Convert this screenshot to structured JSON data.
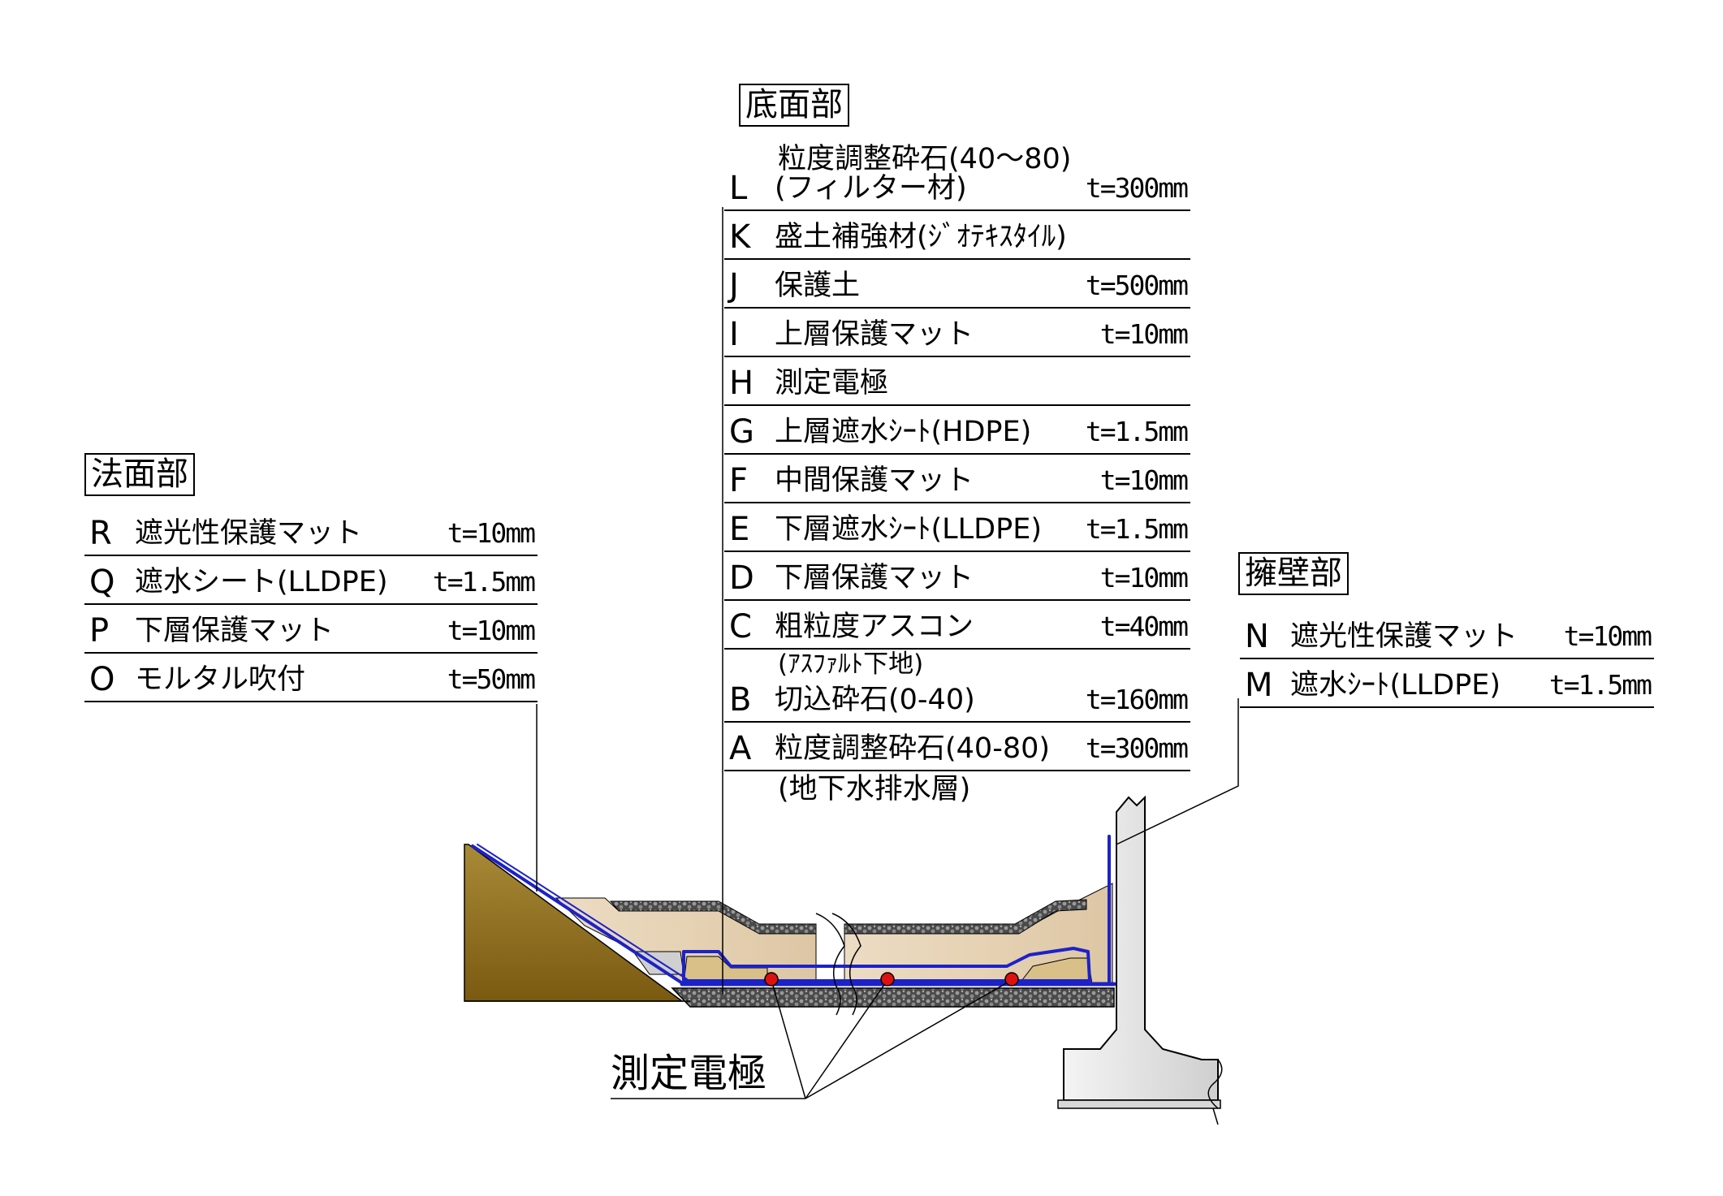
{
  "groups": {
    "slope": {
      "heading": "法面部",
      "rows": [
        {
          "code": "R",
          "name": "遮光性保護マット",
          "thickness": "t=10mm"
        },
        {
          "code": "Q",
          "name": "遮水シート(LLDPE)",
          "thickness": "t=1.5mm"
        },
        {
          "code": "P",
          "name": "下層保護マット",
          "thickness": "t=10mm"
        },
        {
          "code": "O",
          "name": "モルタル吹付",
          "thickness": "t=50mm"
        }
      ]
    },
    "bottom": {
      "heading": "底面部",
      "rows": [
        {
          "code": "L",
          "name_top": "粒度調整砕石(40～80)",
          "name": "(フィルター材)",
          "thickness": "t=300mm"
        },
        {
          "code": "K",
          "name": "盛土補強材(ｼﾞｵﾃｷｽﾀｲﾙ)",
          "thickness": ""
        },
        {
          "code": "J",
          "name": "保護土",
          "thickness": "t=500mm"
        },
        {
          "code": "I",
          "name": "上層保護マット",
          "thickness": "t=10mm"
        },
        {
          "code": "H",
          "name": "測定電極",
          "thickness": ""
        },
        {
          "code": "G",
          "name": "上層遮水ｼｰﾄ(HDPE)",
          "thickness": "t=1.5mm"
        },
        {
          "code": "F",
          "name": "中間保護マット",
          "thickness": "t=10mm"
        },
        {
          "code": "E",
          "name": "下層遮水ｼｰﾄ(LLDPE)",
          "thickness": "t=1.5mm"
        },
        {
          "code": "D",
          "name": "下層保護マット",
          "thickness": "t=10mm"
        },
        {
          "code": "C",
          "name": "粗粒度アスコン",
          "thickness": "t=40mm",
          "name_below": "(ｱｽﾌｧﾙﾄ下地)"
        },
        {
          "code": "B",
          "name": "切込砕石(0-40)",
          "thickness": "t=160mm"
        },
        {
          "code": "A",
          "name": "粒度調整砕石(40-80)",
          "thickness": "t=300mm",
          "name_below": "(地下水排水層)"
        }
      ]
    },
    "wall": {
      "heading": "擁壁部",
      "rows": [
        {
          "code": "N",
          "name": "遮光性保護マット",
          "thickness": "t=10mm"
        },
        {
          "code": "M",
          "name": "遮水ｼｰﾄ(LLDPE)",
          "thickness": "t=1.5mm"
        }
      ]
    }
  },
  "electrode_label": "測定電極",
  "colors": {
    "soil_dark": "#7a5a10",
    "soil_light": "#a88a38",
    "protective_soil": "#ecdcc4",
    "protective_soil_shade": "#dcc6a4",
    "filter_gravel": "#5a5a5a",
    "drain_fill": "#d8c088",
    "sheet_blue": "#1c22c8",
    "electrode_red": "#dd1111",
    "wall_gray": "#e6e6e6",
    "line": "#000000"
  }
}
